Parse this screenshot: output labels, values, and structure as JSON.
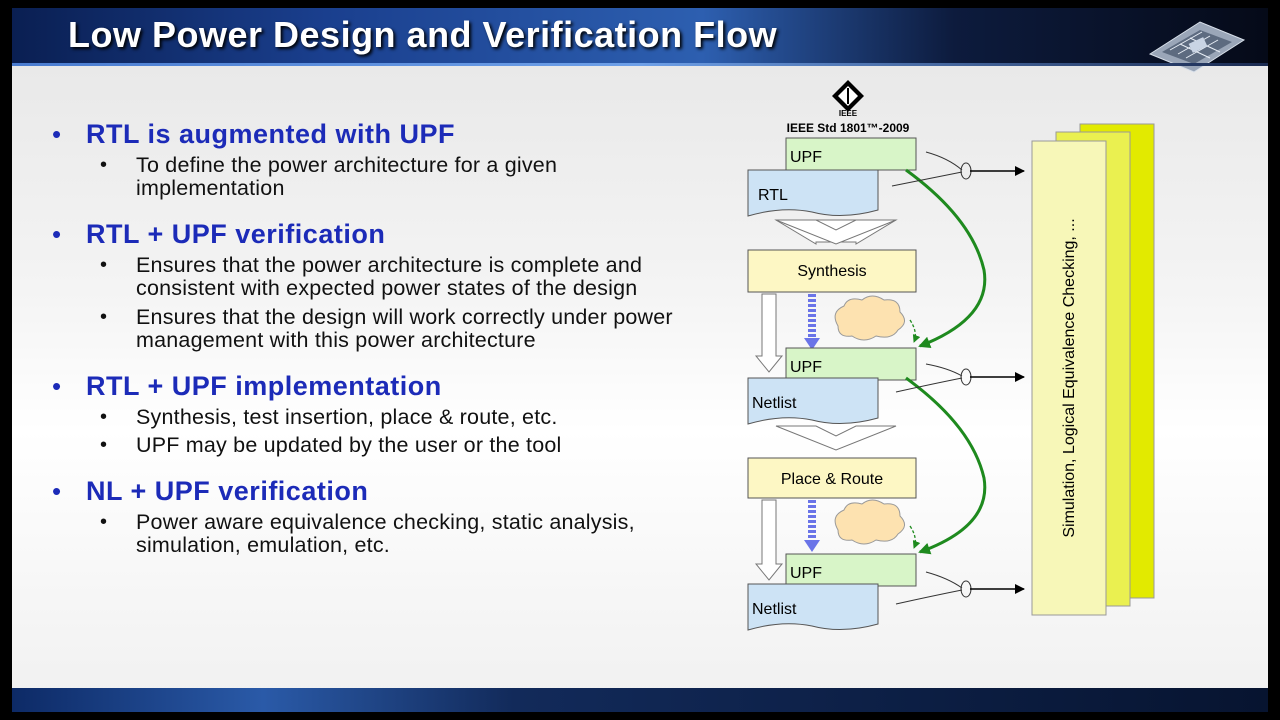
{
  "title": "Low Power Design and Verification Flow",
  "colors": {
    "bullet_heading": "#1c2bb8",
    "upf_box": "#d8f5c8",
    "doc_box": "#cde3f5",
    "step_box": "#fdf7c4",
    "verif_panel": "#f7f7b8",
    "verif_back": "#e0e800",
    "arrow_green": "#1e8a1e",
    "arrow_blue": "#6a74e8"
  },
  "icons": [
    "ieee-logo-icon",
    "chip-graphic-icon",
    "cloud-icon"
  ],
  "bullets": [
    {
      "heading": "RTL is augmented with UPF",
      "subs": [
        "To define the power architecture for a given implementation"
      ]
    },
    {
      "heading": "RTL + UPF verification",
      "subs": [
        "Ensures that the power architecture is complete and consistent with expected power states of the design",
        "Ensures that the design will work correctly under power management with this power architecture"
      ]
    },
    {
      "heading": "RTL + UPF implementation",
      "subs": [
        "Synthesis, test insertion, place & route, etc.",
        "UPF may be updated by the user or the tool"
      ]
    },
    {
      "heading": "NL + UPF verification",
      "subs": [
        "Power aware equivalence checking, static analysis, simulation, emulation, etc."
      ]
    }
  ],
  "diagram": {
    "ieee_logo_text": "IEEE",
    "std_label": "IEEE Std 1801™-2009",
    "upf_label": "UPF",
    "rtl_label": "RTL",
    "synthesis_label": "Synthesis",
    "netlist_label": "Netlist",
    "place_route_label": "Place & Route",
    "verification_label": "Simulation, Logical Equivalence Checking, ..."
  }
}
